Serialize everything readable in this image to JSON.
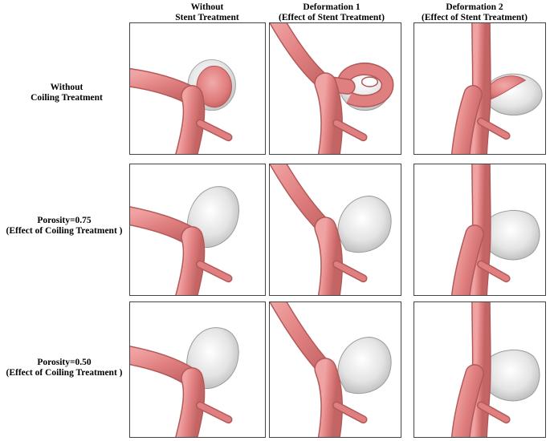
{
  "columns": [
    {
      "line1": "Without",
      "line2": "Stent Treatment"
    },
    {
      "line1": "Deformation 1",
      "line2": "(Effect of Stent Treatment)"
    },
    {
      "line1": "Deformation 2",
      "line2": "(Effect of Stent Treatment)"
    }
  ],
  "rows": [
    {
      "line1": "Without",
      "line2": "Coiling Treatment"
    },
    {
      "line1": "Porosity=0.75",
      "line2": "(Effect of Coiling Treatment )"
    },
    {
      "line1": "Porosity=0.50",
      "line2": "(Effect of Coiling Treatment )"
    }
  ],
  "colors": {
    "vessel": "#e07f7f",
    "vessel_edge": "#b35858",
    "aneurysm": "#e6e6e6",
    "aneurysm_edge": "#9a9a9a",
    "panel_border": "#444444"
  }
}
